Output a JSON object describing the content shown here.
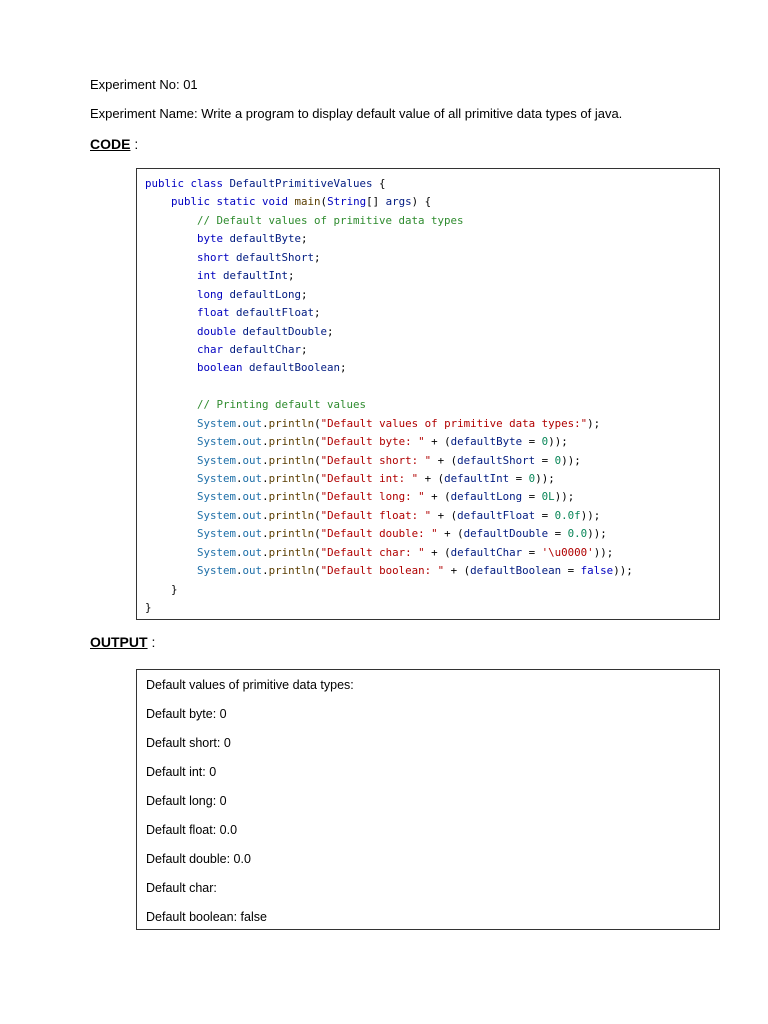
{
  "experiment_no": "Experiment No: 01",
  "experiment_name": "Experiment Name: Write a program to display default value of all primitive data types of java.",
  "code_section": {
    "label": "CODE",
    "suffix": " :"
  },
  "output_section": {
    "label": "OUTPUT",
    "suffix": " :"
  },
  "code_lines": [
    [
      [
        "kw",
        "public class "
      ],
      [
        "id",
        "DefaultPrimitiveValues"
      ],
      [
        "tx",
        " {"
      ]
    ],
    [
      [
        "tx",
        "    "
      ],
      [
        "kw",
        "public static void "
      ],
      [
        "mt",
        "main"
      ],
      [
        "tx",
        "("
      ],
      [
        "kw",
        "String"
      ],
      [
        "tx",
        "[] "
      ],
      [
        "id",
        "args"
      ],
      [
        "tx",
        ") {"
      ]
    ],
    [
      [
        "tx",
        "        "
      ],
      [
        "cm",
        "// Default values of primitive data types"
      ]
    ],
    [
      [
        "tx",
        "        "
      ],
      [
        "kw",
        "byte "
      ],
      [
        "id",
        "defaultByte"
      ],
      [
        "tx",
        ";"
      ]
    ],
    [
      [
        "tx",
        "        "
      ],
      [
        "kw",
        "short "
      ],
      [
        "id",
        "defaultShort"
      ],
      [
        "tx",
        ";"
      ]
    ],
    [
      [
        "tx",
        "        "
      ],
      [
        "kw",
        "int "
      ],
      [
        "id",
        "defaultInt"
      ],
      [
        "tx",
        ";"
      ]
    ],
    [
      [
        "tx",
        "        "
      ],
      [
        "kw",
        "long "
      ],
      [
        "id",
        "defaultLong"
      ],
      [
        "tx",
        ";"
      ]
    ],
    [
      [
        "tx",
        "        "
      ],
      [
        "kw",
        "float "
      ],
      [
        "id",
        "defaultFloat"
      ],
      [
        "tx",
        ";"
      ]
    ],
    [
      [
        "tx",
        "        "
      ],
      [
        "kw",
        "double "
      ],
      [
        "id",
        "defaultDouble"
      ],
      [
        "tx",
        ";"
      ]
    ],
    [
      [
        "tx",
        "        "
      ],
      [
        "kw",
        "char "
      ],
      [
        "id",
        "defaultChar"
      ],
      [
        "tx",
        ";"
      ]
    ],
    [
      [
        "tx",
        "        "
      ],
      [
        "kw",
        "boolean "
      ],
      [
        "id",
        "defaultBoolean"
      ],
      [
        "tx",
        ";"
      ]
    ],
    [],
    [
      [
        "tx",
        "        "
      ],
      [
        "cm",
        "// Printing default values"
      ]
    ],
    [
      [
        "tx",
        "        "
      ],
      [
        "sy",
        "System"
      ],
      [
        "tx",
        "."
      ],
      [
        "sy",
        "out"
      ],
      [
        "tx",
        "."
      ],
      [
        "mt",
        "println"
      ],
      [
        "tx",
        "("
      ],
      [
        "st",
        "\"Default values of primitive data types:\""
      ],
      [
        "tx",
        ");"
      ]
    ],
    [
      [
        "tx",
        "        "
      ],
      [
        "sy",
        "System"
      ],
      [
        "tx",
        "."
      ],
      [
        "sy",
        "out"
      ],
      [
        "tx",
        "."
      ],
      [
        "mt",
        "println"
      ],
      [
        "tx",
        "("
      ],
      [
        "st",
        "\"Default byte: \""
      ],
      [
        "tx",
        " + ("
      ],
      [
        "id",
        "defaultByte"
      ],
      [
        "tx",
        " = "
      ],
      [
        "nu",
        "0"
      ],
      [
        "tx",
        "));"
      ]
    ],
    [
      [
        "tx",
        "        "
      ],
      [
        "sy",
        "System"
      ],
      [
        "tx",
        "."
      ],
      [
        "sy",
        "out"
      ],
      [
        "tx",
        "."
      ],
      [
        "mt",
        "println"
      ],
      [
        "tx",
        "("
      ],
      [
        "st",
        "\"Default short: \""
      ],
      [
        "tx",
        " + ("
      ],
      [
        "id",
        "defaultShort"
      ],
      [
        "tx",
        " = "
      ],
      [
        "nu",
        "0"
      ],
      [
        "tx",
        "));"
      ]
    ],
    [
      [
        "tx",
        "        "
      ],
      [
        "sy",
        "System"
      ],
      [
        "tx",
        "."
      ],
      [
        "sy",
        "out"
      ],
      [
        "tx",
        "."
      ],
      [
        "mt",
        "println"
      ],
      [
        "tx",
        "("
      ],
      [
        "st",
        "\"Default int: \""
      ],
      [
        "tx",
        " + ("
      ],
      [
        "id",
        "defaultInt"
      ],
      [
        "tx",
        " = "
      ],
      [
        "nu",
        "0"
      ],
      [
        "tx",
        "));"
      ]
    ],
    [
      [
        "tx",
        "        "
      ],
      [
        "sy",
        "System"
      ],
      [
        "tx",
        "."
      ],
      [
        "sy",
        "out"
      ],
      [
        "tx",
        "."
      ],
      [
        "mt",
        "println"
      ],
      [
        "tx",
        "("
      ],
      [
        "st",
        "\"Default long: \""
      ],
      [
        "tx",
        " + ("
      ],
      [
        "id",
        "defaultLong"
      ],
      [
        "tx",
        " = "
      ],
      [
        "nu",
        "0L"
      ],
      [
        "tx",
        "));"
      ]
    ],
    [
      [
        "tx",
        "        "
      ],
      [
        "sy",
        "System"
      ],
      [
        "tx",
        "."
      ],
      [
        "sy",
        "out"
      ],
      [
        "tx",
        "."
      ],
      [
        "mt",
        "println"
      ],
      [
        "tx",
        "("
      ],
      [
        "st",
        "\"Default float: \""
      ],
      [
        "tx",
        " + ("
      ],
      [
        "id",
        "defaultFloat"
      ],
      [
        "tx",
        " = "
      ],
      [
        "nu",
        "0.0f"
      ],
      [
        "tx",
        "));"
      ]
    ],
    [
      [
        "tx",
        "        "
      ],
      [
        "sy",
        "System"
      ],
      [
        "tx",
        "."
      ],
      [
        "sy",
        "out"
      ],
      [
        "tx",
        "."
      ],
      [
        "mt",
        "println"
      ],
      [
        "tx",
        "("
      ],
      [
        "st",
        "\"Default double: \""
      ],
      [
        "tx",
        " + ("
      ],
      [
        "id",
        "defaultDouble"
      ],
      [
        "tx",
        " = "
      ],
      [
        "nu",
        "0.0"
      ],
      [
        "tx",
        "));"
      ]
    ],
    [
      [
        "tx",
        "        "
      ],
      [
        "sy",
        "System"
      ],
      [
        "tx",
        "."
      ],
      [
        "sy",
        "out"
      ],
      [
        "tx",
        "."
      ],
      [
        "mt",
        "println"
      ],
      [
        "tx",
        "("
      ],
      [
        "st",
        "\"Default char: \""
      ],
      [
        "tx",
        " + ("
      ],
      [
        "id",
        "defaultChar"
      ],
      [
        "tx",
        " = "
      ],
      [
        "st",
        "'\\u0000'"
      ],
      [
        "tx",
        "));"
      ]
    ],
    [
      [
        "tx",
        "        "
      ],
      [
        "sy",
        "System"
      ],
      [
        "tx",
        "."
      ],
      [
        "sy",
        "out"
      ],
      [
        "tx",
        "."
      ],
      [
        "mt",
        "println"
      ],
      [
        "tx",
        "("
      ],
      [
        "st",
        "\"Default boolean: \""
      ],
      [
        "tx",
        " + ("
      ],
      [
        "id",
        "defaultBoolean"
      ],
      [
        "tx",
        " = "
      ],
      [
        "kw",
        "false"
      ],
      [
        "tx",
        "));"
      ]
    ],
    [
      [
        "tx",
        "    }"
      ]
    ],
    [
      [
        "tx",
        "}"
      ]
    ]
  ],
  "output_lines": [
    "Default values of primitive data types:",
    "Default byte: 0",
    "Default short: 0",
    "Default int: 0",
    "Default long: 0",
    "Default float: 0.0",
    "Default double: 0.0",
    "Default char:",
    "Default boolean: false"
  ],
  "syntax_colors": {
    "keyword": "#0000c0",
    "identifier": "#001a80",
    "method": "#5a3d00",
    "comment": "#2e8b2e",
    "string": "#b00000",
    "number": "#098658",
    "system": "#1e6fa8"
  }
}
